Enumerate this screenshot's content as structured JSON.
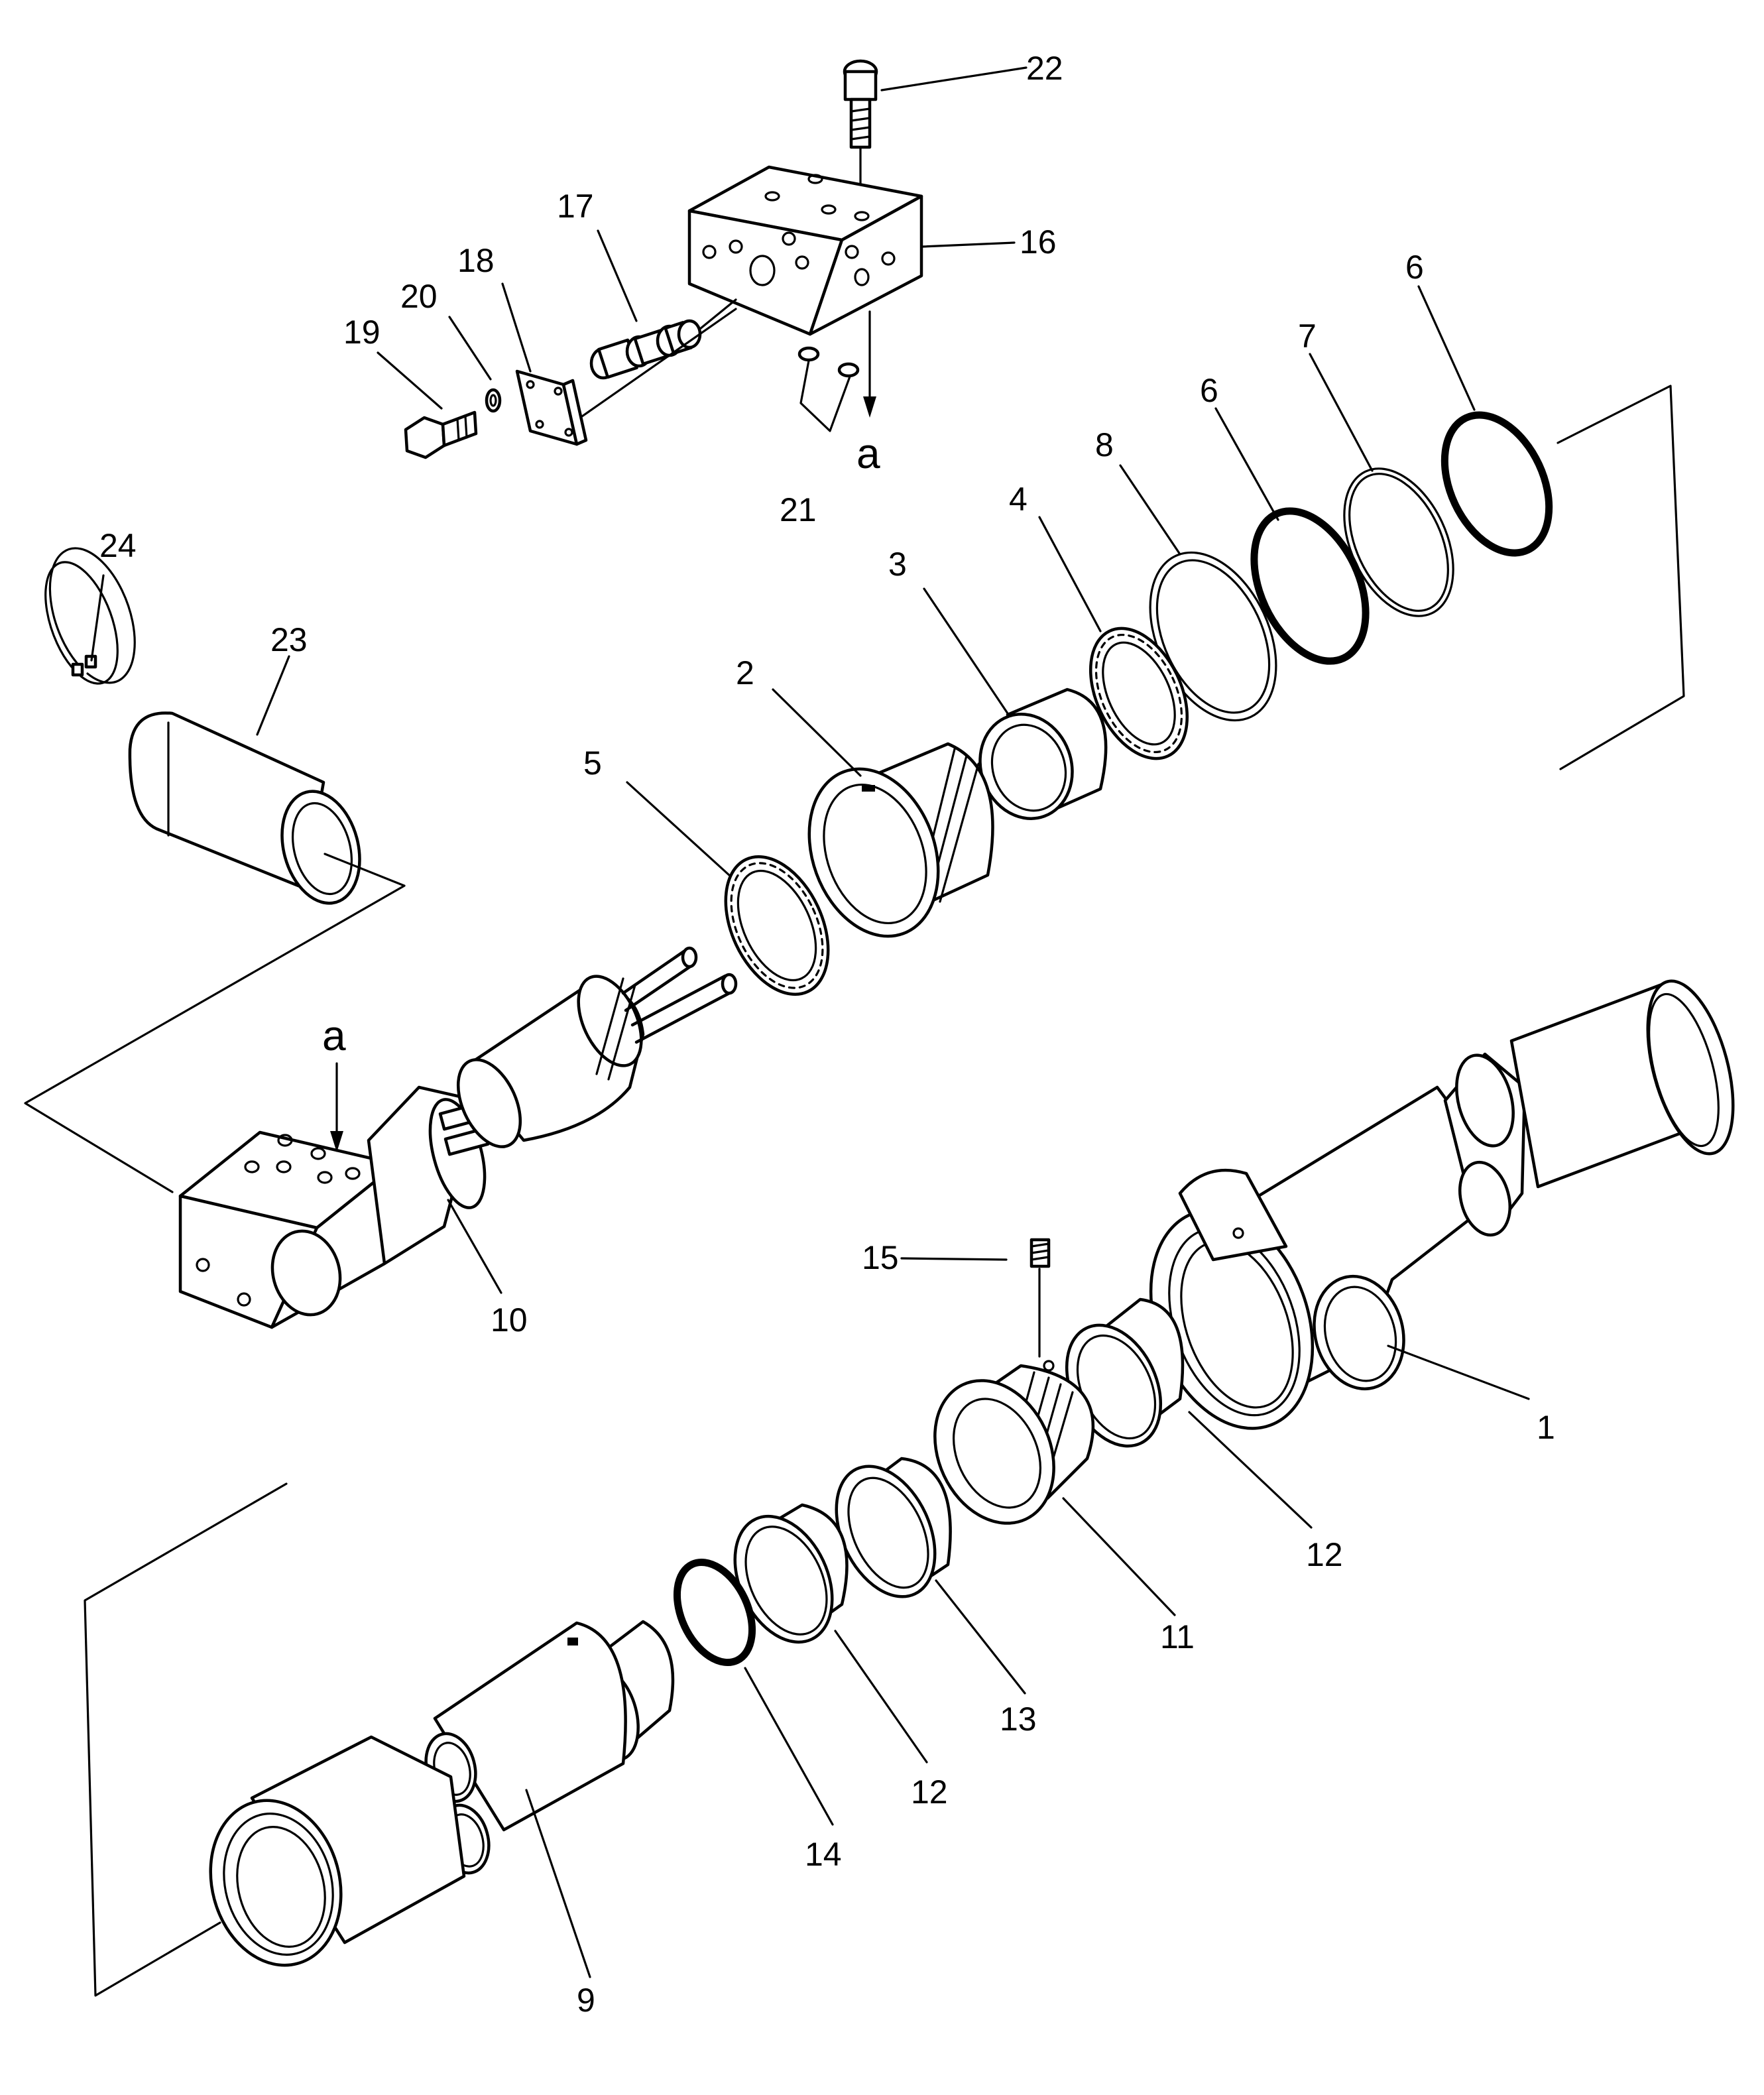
{
  "diagram": {
    "callouts": [
      {
        "id": "c1",
        "text": "1"
      },
      {
        "id": "c2",
        "text": "2"
      },
      {
        "id": "c3",
        "text": "3"
      },
      {
        "id": "c4",
        "text": "4"
      },
      {
        "id": "c5",
        "text": "5"
      },
      {
        "id": "c6a",
        "text": "6"
      },
      {
        "id": "c6b",
        "text": "6"
      },
      {
        "id": "c7",
        "text": "7"
      },
      {
        "id": "c8",
        "text": "8"
      },
      {
        "id": "c9",
        "text": "9"
      },
      {
        "id": "c10",
        "text": "10"
      },
      {
        "id": "c11",
        "text": "11"
      },
      {
        "id": "c12a",
        "text": "12"
      },
      {
        "id": "c12b",
        "text": "12"
      },
      {
        "id": "c13",
        "text": "13"
      },
      {
        "id": "c14",
        "text": "14"
      },
      {
        "id": "c15",
        "text": "15"
      },
      {
        "id": "c16",
        "text": "16"
      },
      {
        "id": "c17",
        "text": "17"
      },
      {
        "id": "c18",
        "text": "18"
      },
      {
        "id": "c19",
        "text": "19"
      },
      {
        "id": "c20",
        "text": "20"
      },
      {
        "id": "c21",
        "text": "21"
      },
      {
        "id": "c22",
        "text": "22"
      },
      {
        "id": "c23",
        "text": "23"
      },
      {
        "id": "c24",
        "text": "24"
      }
    ],
    "markers": {
      "top": "a",
      "left": "a"
    }
  }
}
